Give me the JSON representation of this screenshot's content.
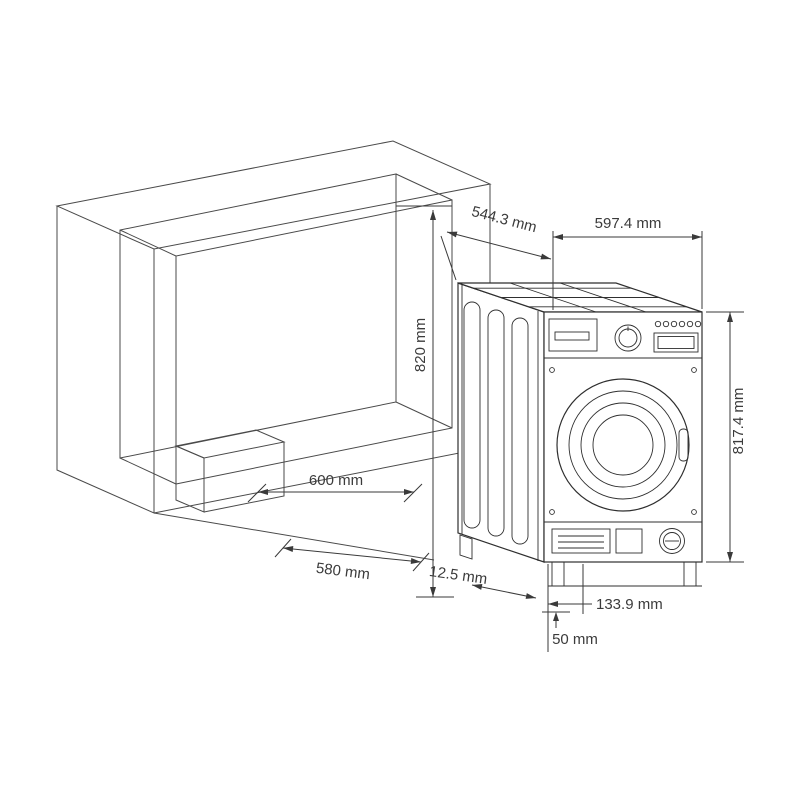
{
  "diagram": {
    "type": "built-in washing machine installation drawing",
    "unit": "mm"
  },
  "dimensions": {
    "niche_height": "820 mm",
    "niche_depth": "600 mm",
    "door_depth": "580 mm",
    "machine_depth": "544.3 mm",
    "machine_width": "597.4 mm",
    "machine_height": "817.4 mm",
    "base_thickness": "12.5 mm",
    "plinth_recess": "133.9 mm",
    "front_clearance": "50 mm"
  }
}
